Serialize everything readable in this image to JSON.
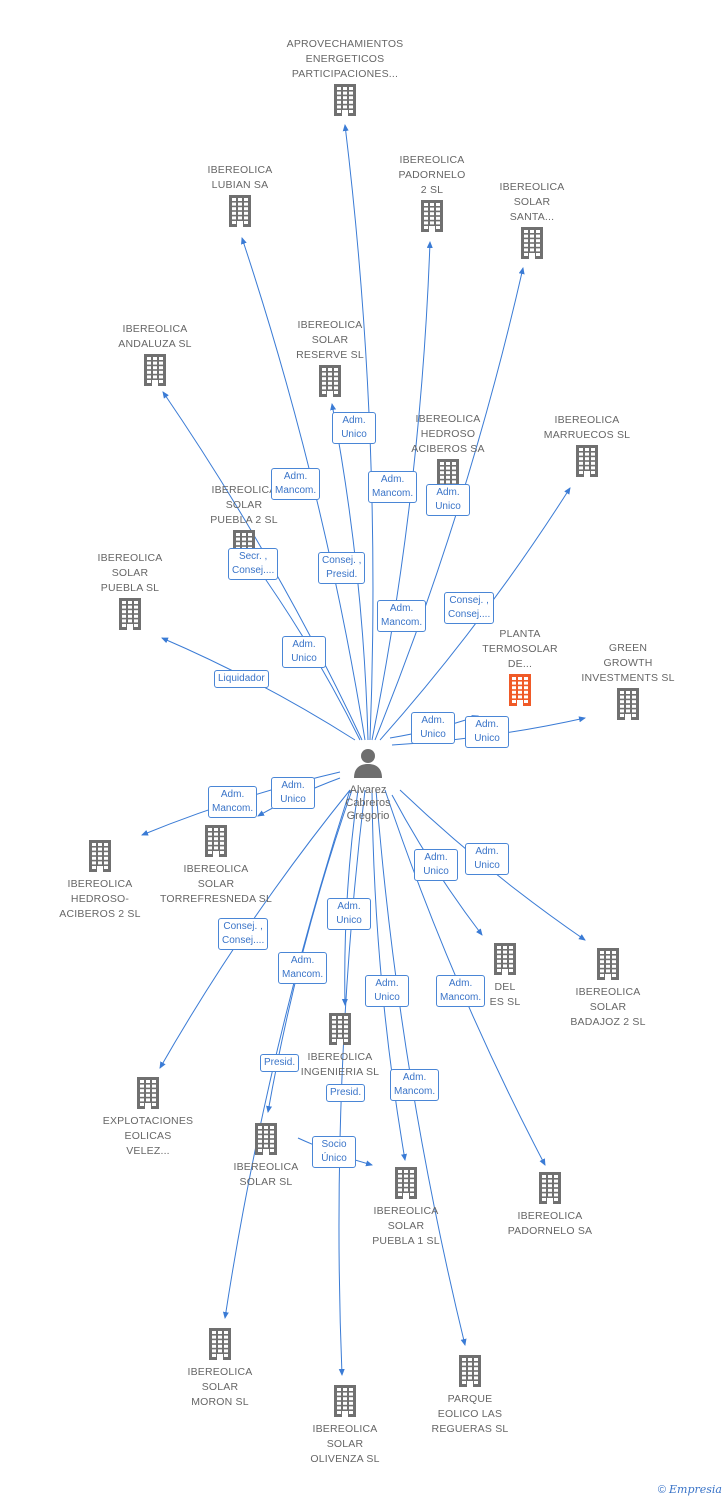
{
  "colors": {
    "edge": "#3a7bd5",
    "building": "#707070",
    "highlight": "#f05a28",
    "label_border": "#4a86d6"
  },
  "center": {
    "name": "Alvarez\nCabreros\nGregorio",
    "icon": "person-icon"
  },
  "companies": [
    {
      "id": "aprovechamientos",
      "name": "APROVECHAMIENTOS\nENERGETICOS\nPARTICIPACIONES..."
    },
    {
      "id": "lubian",
      "name": "IBEREOLICA\nLUBIAN SA"
    },
    {
      "id": "padornelo2",
      "name": "IBEREOLICA\nPADORNELO\n2 SL"
    },
    {
      "id": "santa",
      "name": "IBEREOLICA\nSOLAR\nSANTA..."
    },
    {
      "id": "andaluza",
      "name": "IBEREOLICA\nANDALUZA SL"
    },
    {
      "id": "reserve",
      "name": "IBEREOLICA\nSOLAR\nRESERVE SL"
    },
    {
      "id": "hedrosoacib",
      "name": "IBEREOLICA\nHEDROSO\nACIBEROS SA"
    },
    {
      "id": "marruecos",
      "name": "IBEREOLICA\nMARRUECOS SL"
    },
    {
      "id": "puebla2",
      "name": "IBEREOLICA\nSOLAR\nPUEBLA 2 SL"
    },
    {
      "id": "puebla",
      "name": "IBEREOLICA\nSOLAR\nPUEBLA SL"
    },
    {
      "id": "planta",
      "name": "PLANTA\nTERMOSOLAR\nDE...",
      "highlight": true
    },
    {
      "id": "green",
      "name": "GREEN\nGROWTH\nINVESTMENTS SL"
    },
    {
      "id": "hedroso2",
      "name": "IBEREOLICA\nHEDROSO-\nACIBEROS 2 SL"
    },
    {
      "id": "torrefresneda",
      "name": "IBEREOLICA\nSOLAR\nTORREFRESNEDA SL"
    },
    {
      "id": "delxes",
      "name": "DEL\nES SL"
    },
    {
      "id": "badajoz2",
      "name": "IBEREOLICA\nSOLAR\nBADAJOZ 2 SL"
    },
    {
      "id": "ingenieria",
      "name": "IBEREOLICA\nINGENIERIA SL"
    },
    {
      "id": "explotaciones",
      "name": "EXPLOTACIONES\nEOLICAS\nVELEZ..."
    },
    {
      "id": "solarsl",
      "name": "IBEREOLICA\nSOLAR SL"
    },
    {
      "id": "puebla1",
      "name": "IBEREOLICA\nSOLAR\nPUEBLA 1 SL"
    },
    {
      "id": "padornelo",
      "name": "IBEREOLICA\nPADORNELO SA"
    },
    {
      "id": "moron",
      "name": "IBEREOLICA\nSOLAR\nMORON SL"
    },
    {
      "id": "olivenza",
      "name": "IBEREOLICA\nSOLAR\nOLIVENZA SL"
    },
    {
      "id": "regueras",
      "name": "PARQUE\nEOLICO LAS\nREGUERAS SL"
    }
  ],
  "relations": [
    {
      "id": "r1",
      "text": "Adm.\nUnico"
    },
    {
      "id": "r2",
      "text": "Adm.\nMancom."
    },
    {
      "id": "r3",
      "text": "Adm.\nMancom."
    },
    {
      "id": "r4",
      "text": "Adm.\nUnico"
    },
    {
      "id": "r5",
      "text": "Secr. ,\nConsej...."
    },
    {
      "id": "r6",
      "text": "Consej. ,\nPresid."
    },
    {
      "id": "r7",
      "text": "Adm.\nMancom."
    },
    {
      "id": "r8",
      "text": "Consej. ,\nConsej...."
    },
    {
      "id": "r9",
      "text": "Adm.\nUnico"
    },
    {
      "id": "r10",
      "text": "Liquidador"
    },
    {
      "id": "r11",
      "text": "Adm.\nUnico"
    },
    {
      "id": "r12",
      "text": "Adm.\nUnico"
    },
    {
      "id": "r13",
      "text": "Adm.\nUnico"
    },
    {
      "id": "r14",
      "text": "Adm.\nMancom."
    },
    {
      "id": "r15",
      "text": "Adm.\nUnico"
    },
    {
      "id": "r16",
      "text": "Adm.\nUnico"
    },
    {
      "id": "r17",
      "text": "Consej. ,\nConsej...."
    },
    {
      "id": "r18",
      "text": "Adm.\nUnico"
    },
    {
      "id": "r19",
      "text": "Adm.\nMancom."
    },
    {
      "id": "r20",
      "text": "Adm.\nUnico"
    },
    {
      "id": "r21",
      "text": "Adm.\nMancom."
    },
    {
      "id": "r22",
      "text": "Presid."
    },
    {
      "id": "r23",
      "text": "Presid."
    },
    {
      "id": "r24",
      "text": "Adm.\nMancom."
    },
    {
      "id": "r25",
      "text": "Socio\nÚnico"
    }
  ],
  "footer": {
    "copyright": "©",
    "brand": "Empresia"
  }
}
